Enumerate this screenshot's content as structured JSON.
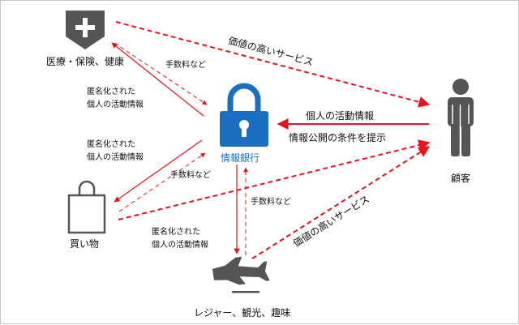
{
  "nodes": {
    "medical": {
      "label": "医療・保険、健康",
      "icon": "medical-plus-icon"
    },
    "bank": {
      "label": "情報銀行",
      "icon": "padlock-icon"
    },
    "customer": {
      "label": "顧客",
      "icon": "person-icon"
    },
    "shopping": {
      "label": "買い物",
      "icon": "shopping-bag-icon"
    },
    "leisure": {
      "label": "レジャー、観光、趣味",
      "icon": "airplane-icon"
    }
  },
  "edges": {
    "value_top": "価値の高いサービス",
    "value_bottom": "価値の高いサービス",
    "fee_medical": "手数料など",
    "fee_shopping": "手数料など",
    "fee_leisure": "手数料など",
    "anon_medical": [
      "匿名化された",
      "個人の活動情報"
    ],
    "anon_shopping": [
      "匿名化された",
      "個人の活動情報"
    ],
    "anon_leisure": [
      "匿名化された",
      "個人の活動情報"
    ],
    "customer_to_bank": "個人の活動情報",
    "bank_to_customer": "情報公開の条件を提示"
  },
  "colors": {
    "arrow": "#e8141c",
    "icon": "#555555",
    "bank": "#1a6fc0"
  }
}
